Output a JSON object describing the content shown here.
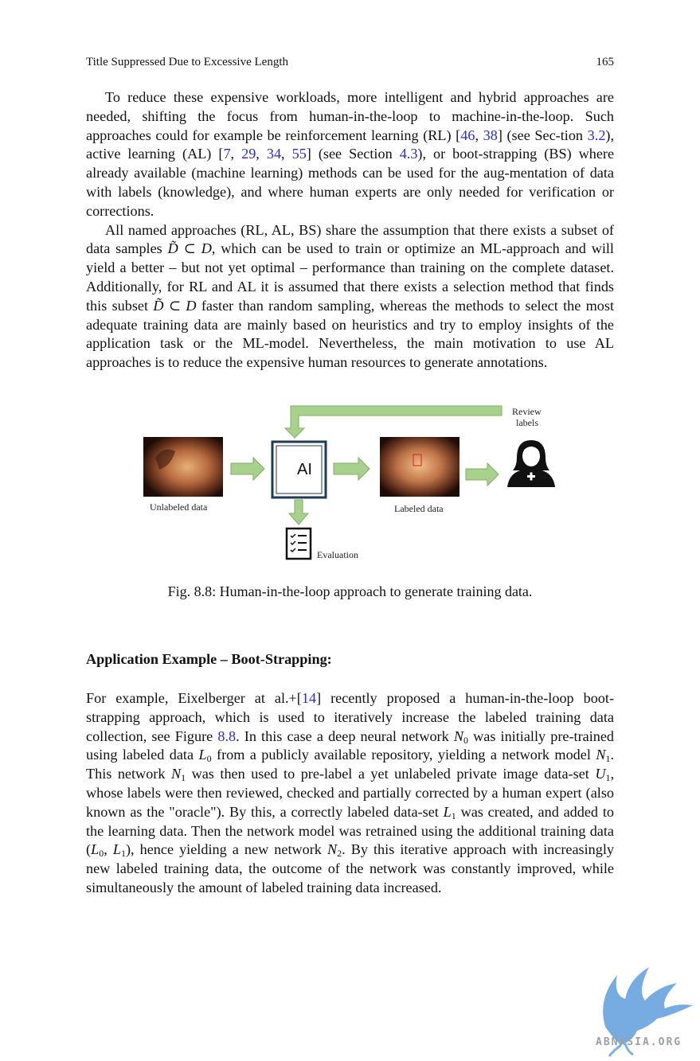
{
  "header": {
    "running_title": "Title Suppressed Due to Excessive Length",
    "page_number": "165"
  },
  "paragraphs": {
    "p1": {
      "t1": "To reduce these expensive workloads, more intelligent and hybrid approaches are needed, shifting the focus from human-in-the-loop to machine-in-the-loop. Such approaches could for example be reinforcement learning (RL) [",
      "r1": "46",
      "t2": ", ",
      "r2": "38",
      "t3": "] (see Sec-tion ",
      "r3": "3.2",
      "t4": "), active learning (AL) [",
      "r4": "7",
      "t5": ", ",
      "r5": "29",
      "t6": ", ",
      "r6": "34",
      "t7": ", ",
      "r7": "55",
      "t8": "] (see Section ",
      "r8": "4.3",
      "t9": "), or boot-strapping (BS) where already available (machine learning) methods can be used for the aug-mentation of data with labels (knowledge), and where human experts are only needed for verification or corrections."
    },
    "p2": {
      "t1": "All named approaches (RL, AL, BS) share the assumption that there exists a subset of data samples ",
      "m1": "D̃ ⊂ D",
      "t2": ", which can be used to train or optimize an ML-approach and will yield a better – but not yet optimal – performance than training on the complete dataset. Additionally, for RL and AL it is assumed that there exists a selection method that finds this subset ",
      "m2": "D̃ ⊂ D",
      "t3": " faster than random sampling, whereas the methods to select the most adequate training data are mainly based on heuristics and try to employ insights of the application task or the ML-model. Nevertheless, the main motivation to use AL approaches is to reduce the expensive human resources to generate annotations."
    },
    "p3": {
      "t1": "For example, Eixelberger at al.+[",
      "r1": "14",
      "t2": "] recently proposed a human-in-the-loop boot-strapping approach, which is used to iteratively increase the labeled training data collection, see Figure ",
      "r2": "8.8",
      "t3": ". In this case a deep neural network ",
      "v1": "N",
      "s1": "0",
      "t4": " was initially pre-trained using labeled data ",
      "v2": "L",
      "s2": "0",
      "t5": " from a publicly available repository, yielding a network model ",
      "v3": "N",
      "s3": "1",
      "t6": ". This network ",
      "v4": "N",
      "s4": "1",
      "t7": " was then used to pre-label a yet unlabeled private image data-set ",
      "v5": "U",
      "s5": "1",
      "t8": ", whose labels were then reviewed, checked and partially corrected by a human expert (also known as the \"oracle\"). By this, a correctly labeled data-set ",
      "v6": "L",
      "s6": "1",
      "t9": " was created, and added to the learning data. Then the network model was retrained using the additional training data (",
      "v7": "L",
      "s7": "0",
      "t10": ", ",
      "v8": "L",
      "s8": "1",
      "t11": "), hence yielding a new network ",
      "v9": "N",
      "s9": "2",
      "t12": ". By this iterative approach with increasingly new labeled training data, the outcome of the network was constantly improved, while simultaneously the amount of labeled training data increased."
    }
  },
  "figure": {
    "unlabeled_label": "Unlabeled data",
    "ai_label": "AI",
    "labeled_label": "Labeled data",
    "review_label_1": "Review",
    "review_label_2": "labels",
    "evaluation_label": "Evaluation",
    "caption": "Fig. 8.8: Human-in-the-loop approach to generate training data.",
    "colors": {
      "arrow": "#a9d18e",
      "arrow_border": "#7fae63",
      "ai_box": "#1f3b57"
    }
  },
  "section": {
    "title": "Application Example – Boot-Strapping:"
  },
  "watermark": {
    "text": "ABNASIA.ORG"
  }
}
